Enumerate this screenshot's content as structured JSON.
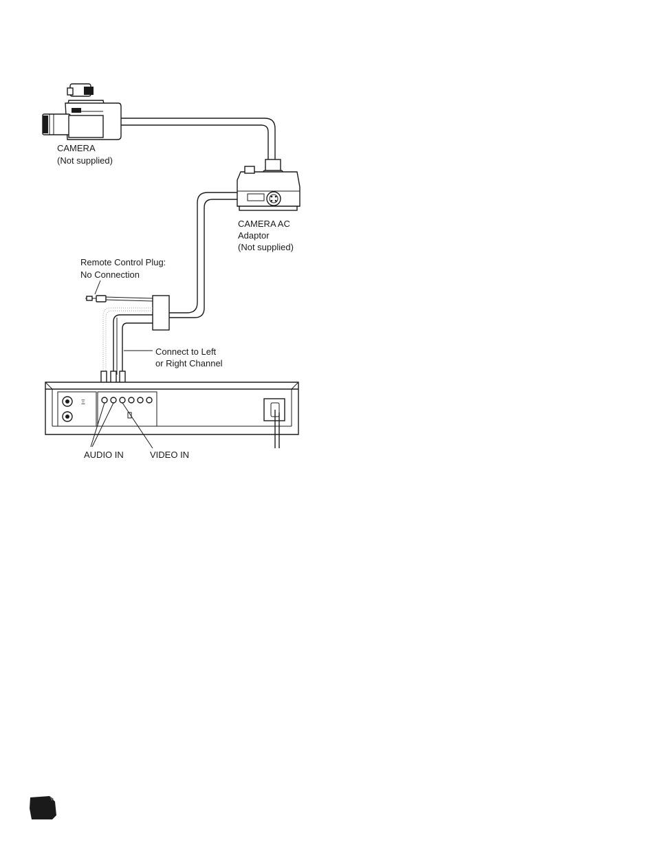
{
  "labels": {
    "camera": "CAMERA",
    "camera_note": "(Not supplied)",
    "adaptor_line1": "CAMERA AC",
    "adaptor_line2": "Adaptor",
    "adaptor_note": "(Not supplied)",
    "remote_line1": "Remote Control Plug:",
    "remote_line2": "No Connection",
    "connect_line1": "Connect to Left",
    "connect_line2": "or Right Channel",
    "audio_in": "AUDIO IN",
    "video_in": "VIDEO IN"
  }
}
